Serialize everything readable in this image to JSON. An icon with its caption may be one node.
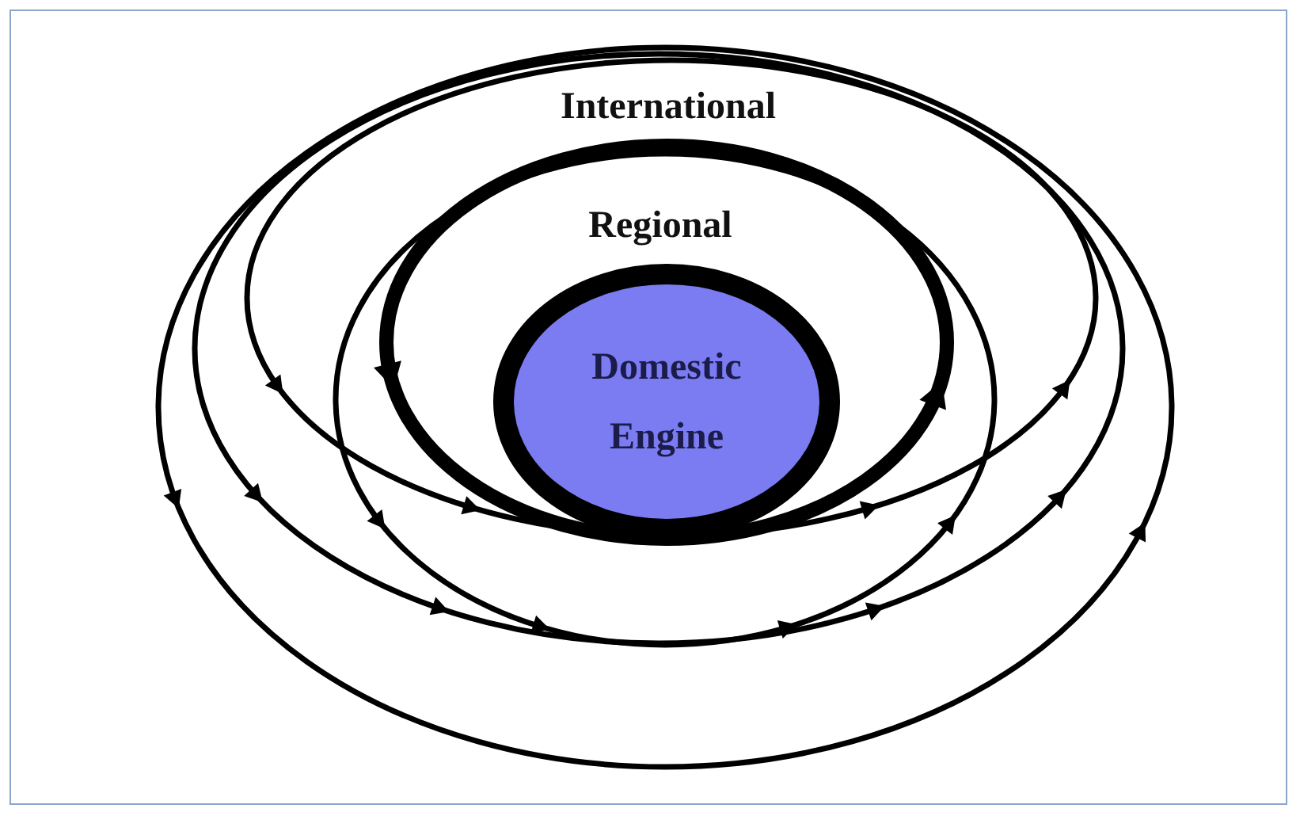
{
  "diagram": {
    "nodes": [
      {
        "text": [
          "Domestic Engine"
        ]
      }
    ],
    "labels": [
      "International",
      "Regional"
    ]
  }
}
